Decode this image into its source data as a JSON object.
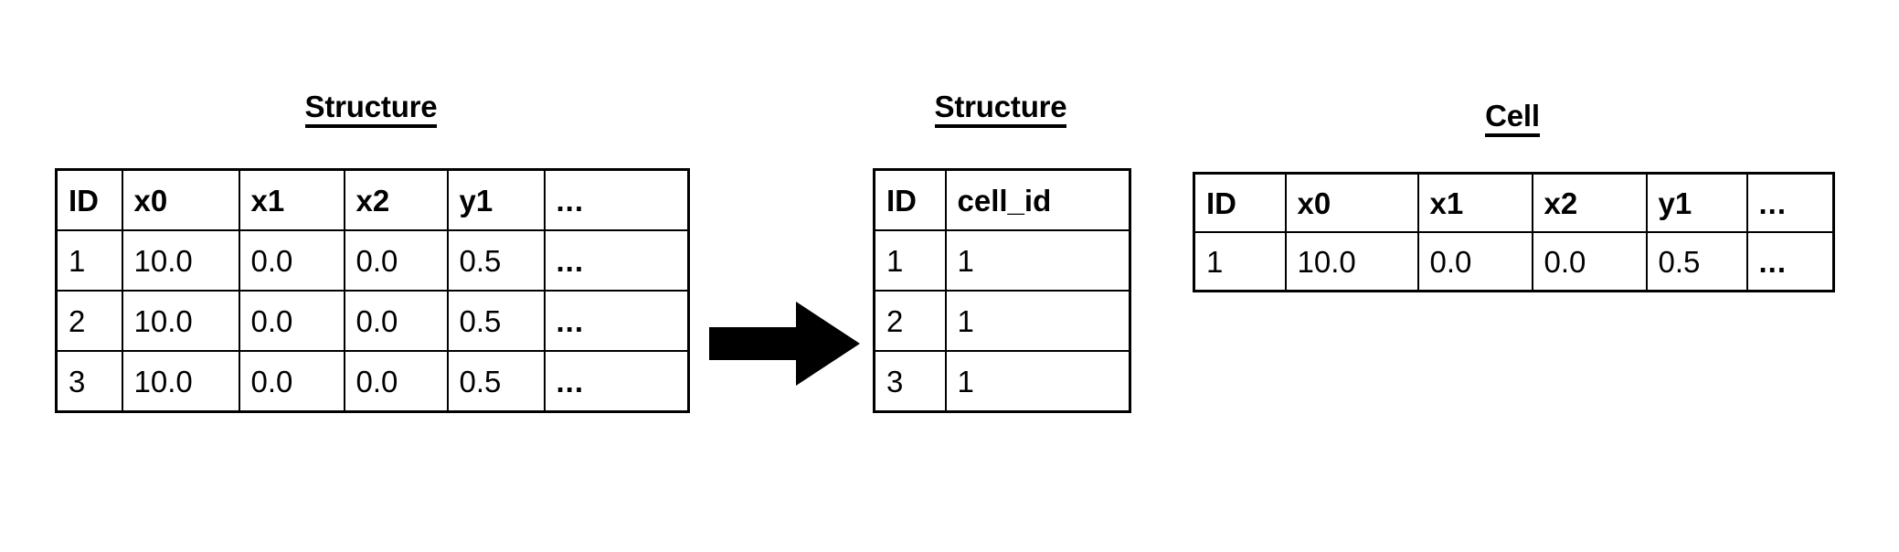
{
  "tables": [
    {
      "id": "structure-full",
      "title": "Structure",
      "columns": [
        "ID",
        "x0",
        "x1",
        "x2",
        "y1",
        "..."
      ],
      "rows": [
        [
          "1",
          "10.0",
          "0.0",
          "0.0",
          "0.5",
          "..."
        ],
        [
          "2",
          "10.0",
          "0.0",
          "0.0",
          "0.5",
          "..."
        ],
        [
          "3",
          "10.0",
          "0.0",
          "0.0",
          "0.5",
          "..."
        ]
      ]
    },
    {
      "id": "structure-cellid",
      "title": "Structure",
      "columns": [
        "ID",
        "cell_id"
      ],
      "rows": [
        [
          "1",
          "1"
        ],
        [
          "2",
          "1"
        ],
        [
          "3",
          "1"
        ]
      ]
    },
    {
      "id": "cell",
      "title": "Cell",
      "columns": [
        "ID",
        "x0",
        "x1",
        "x2",
        "y1",
        "..."
      ],
      "rows": [
        [
          "1",
          "10.0",
          "0.0",
          "0.0",
          "0.5",
          "..."
        ]
      ]
    }
  ],
  "arrow": {
    "name": "right-arrow-icon",
    "direction": "right",
    "color": "#000000"
  },
  "colors": {
    "background": "#ffffff",
    "foreground": "#000000",
    "border": "#000000"
  }
}
